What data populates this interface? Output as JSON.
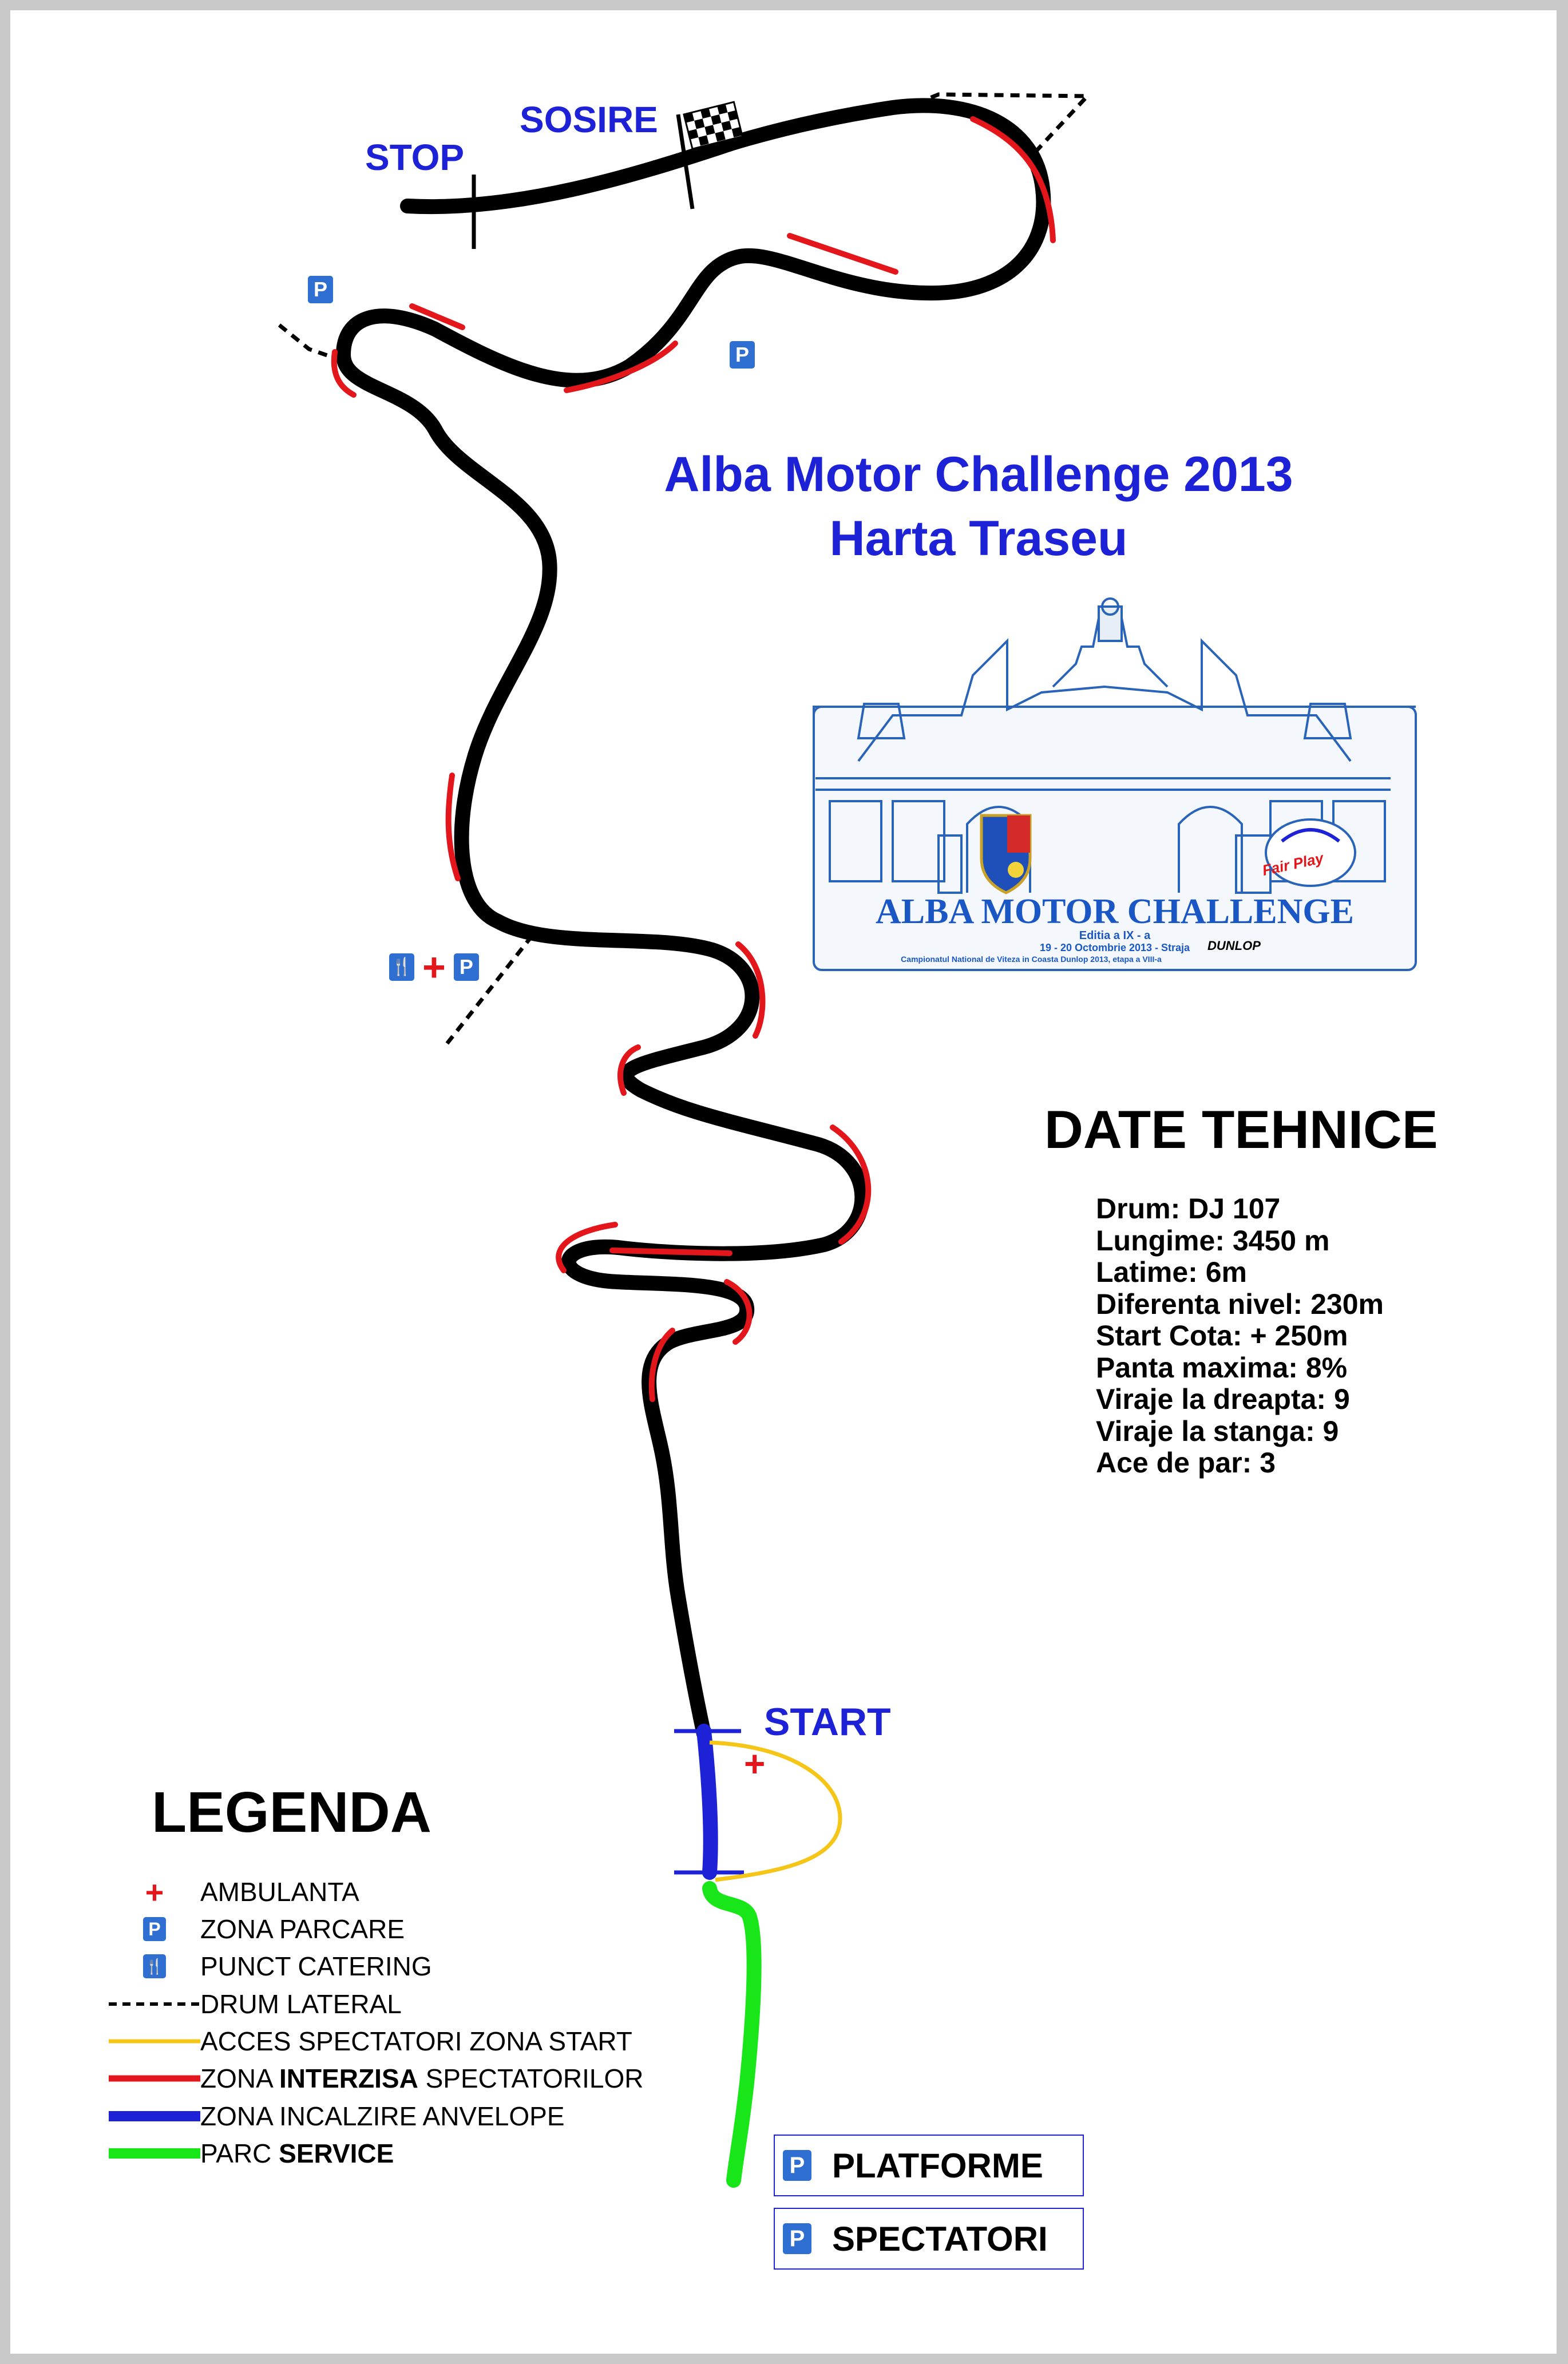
{
  "title": {
    "line1": "Alba Motor Challenge 2013",
    "line2": "Harta Traseu"
  },
  "route_labels": {
    "stop": "STOP",
    "sosire": "SOSIRE",
    "start": "START"
  },
  "poi": {
    "parking": "P",
    "ambulance": "+",
    "catering": "🍴"
  },
  "logo": {
    "name": "ALBA MOTOR CHALLENGE",
    "edition": "Editia a IX - a",
    "dates": "19 - 20 Octombrie 2013 - Straja",
    "series": "Campionatul National de Viteza in Coasta Dunlop 2013, etapa a VIII-a",
    "sponsor": "DUNLOP",
    "fair_play": "Fair Play"
  },
  "technical": {
    "heading": "DATE TEHNICE",
    "lines": [
      "Drum: DJ 107",
      "Lungime: 3450 m",
      "Latime: 6m",
      "Diferenta nivel: 230m",
      "Start Cota: + 250m",
      "Panta maxima: 8%",
      "Viraje la dreapta: 9",
      "Viraje la stanga: 9",
      "Ace de par: 3"
    ]
  },
  "legend": {
    "heading": "LEGENDA",
    "items": [
      {
        "symbol": "ambulance",
        "color": "#e3161b",
        "text": "AMBULANTA"
      },
      {
        "symbol": "parking",
        "color": "#2f6fd2",
        "text": "ZONA PARCARE"
      },
      {
        "symbol": "catering",
        "color": "#2f6fd2",
        "text": "PUNCT CATERING"
      },
      {
        "symbol": "dashed",
        "color": "#000000",
        "text": "DRUM LATERAL"
      },
      {
        "symbol": "line",
        "color": "#f5c518",
        "text": "ACCES SPECTATORI ZONA START"
      },
      {
        "symbol": "line",
        "color": "#e3161b",
        "text_pre": "ZONA ",
        "text_bold": "INTERZISA",
        "text_post": " SPECTATORILOR"
      },
      {
        "symbol": "thick",
        "color": "#1e22d6",
        "text": "ZONA INCALZIRE ANVELOPE"
      },
      {
        "symbol": "thick",
        "color": "#19e619",
        "text_pre": "PARC ",
        "text_bold": "SERVICE",
        "text_post": ""
      }
    ]
  },
  "parking_boxes": {
    "platforme": "PLATFORME",
    "spectatori": "SPECTATORI"
  },
  "colors": {
    "route": "#000000",
    "forbidden": "#e3161b",
    "warmup": "#1e22d6",
    "service": "#19e619",
    "access": "#f5c518",
    "title": "#1e22d6"
  }
}
